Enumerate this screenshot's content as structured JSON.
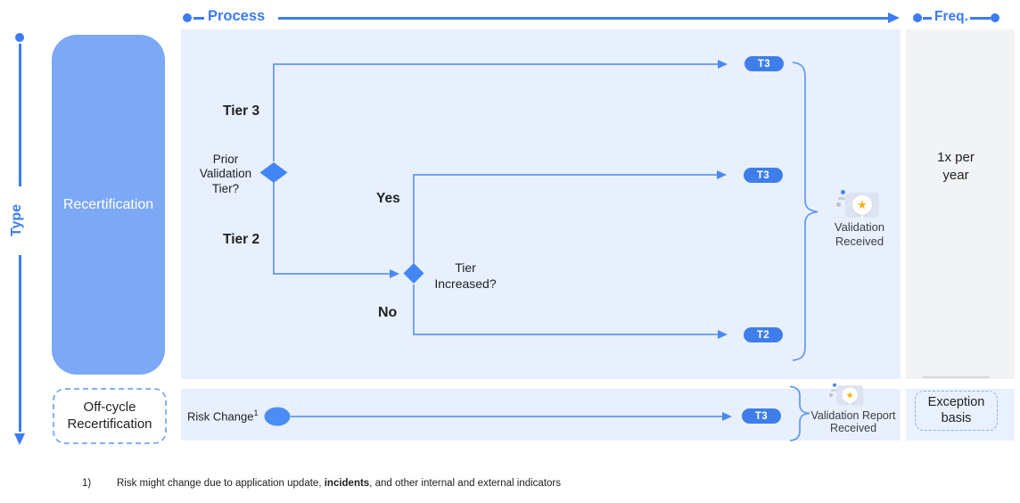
{
  "axes": {
    "process": "Process",
    "frequency": "Freq.",
    "type": "Type"
  },
  "type_column": {
    "recertification": "Recertification",
    "off_cycle": "Off-cycle Recertification"
  },
  "frequency_column": {
    "annual": "1x per year",
    "exception": "Exception basis"
  },
  "flowchart": {
    "tier3": "Tier 3",
    "tier2": "Tier 2",
    "decision_prior": "Prior Validation Tier?",
    "decision_increase": "Tier Increased?",
    "yes": "Yes",
    "no": "No",
    "pill_top": "T3",
    "pill_middle": "T3",
    "pill_bottom": "T2",
    "outcome_annual": "Validation Received"
  },
  "off_cycle_row": {
    "trigger": "Risk Change",
    "trigger_footnote_ref": "1",
    "pill": "T3",
    "outcome": "Validation Report Received"
  },
  "footnote": {
    "marker": "1)",
    "text_before": "Risk might change due to application update, ",
    "text_bold": "incidents",
    "text_after": ", and other internal and external indicators"
  },
  "colors": {
    "accent_blue": "#4285f4",
    "line_blue": "#5f97f4",
    "panel_blue": "#e8f0fe",
    "panel_gray": "#f1f3f4",
    "box_blue": "#7ca8f6",
    "pill_blue": "#3f7eea",
    "star_gold": "#f6b211"
  }
}
